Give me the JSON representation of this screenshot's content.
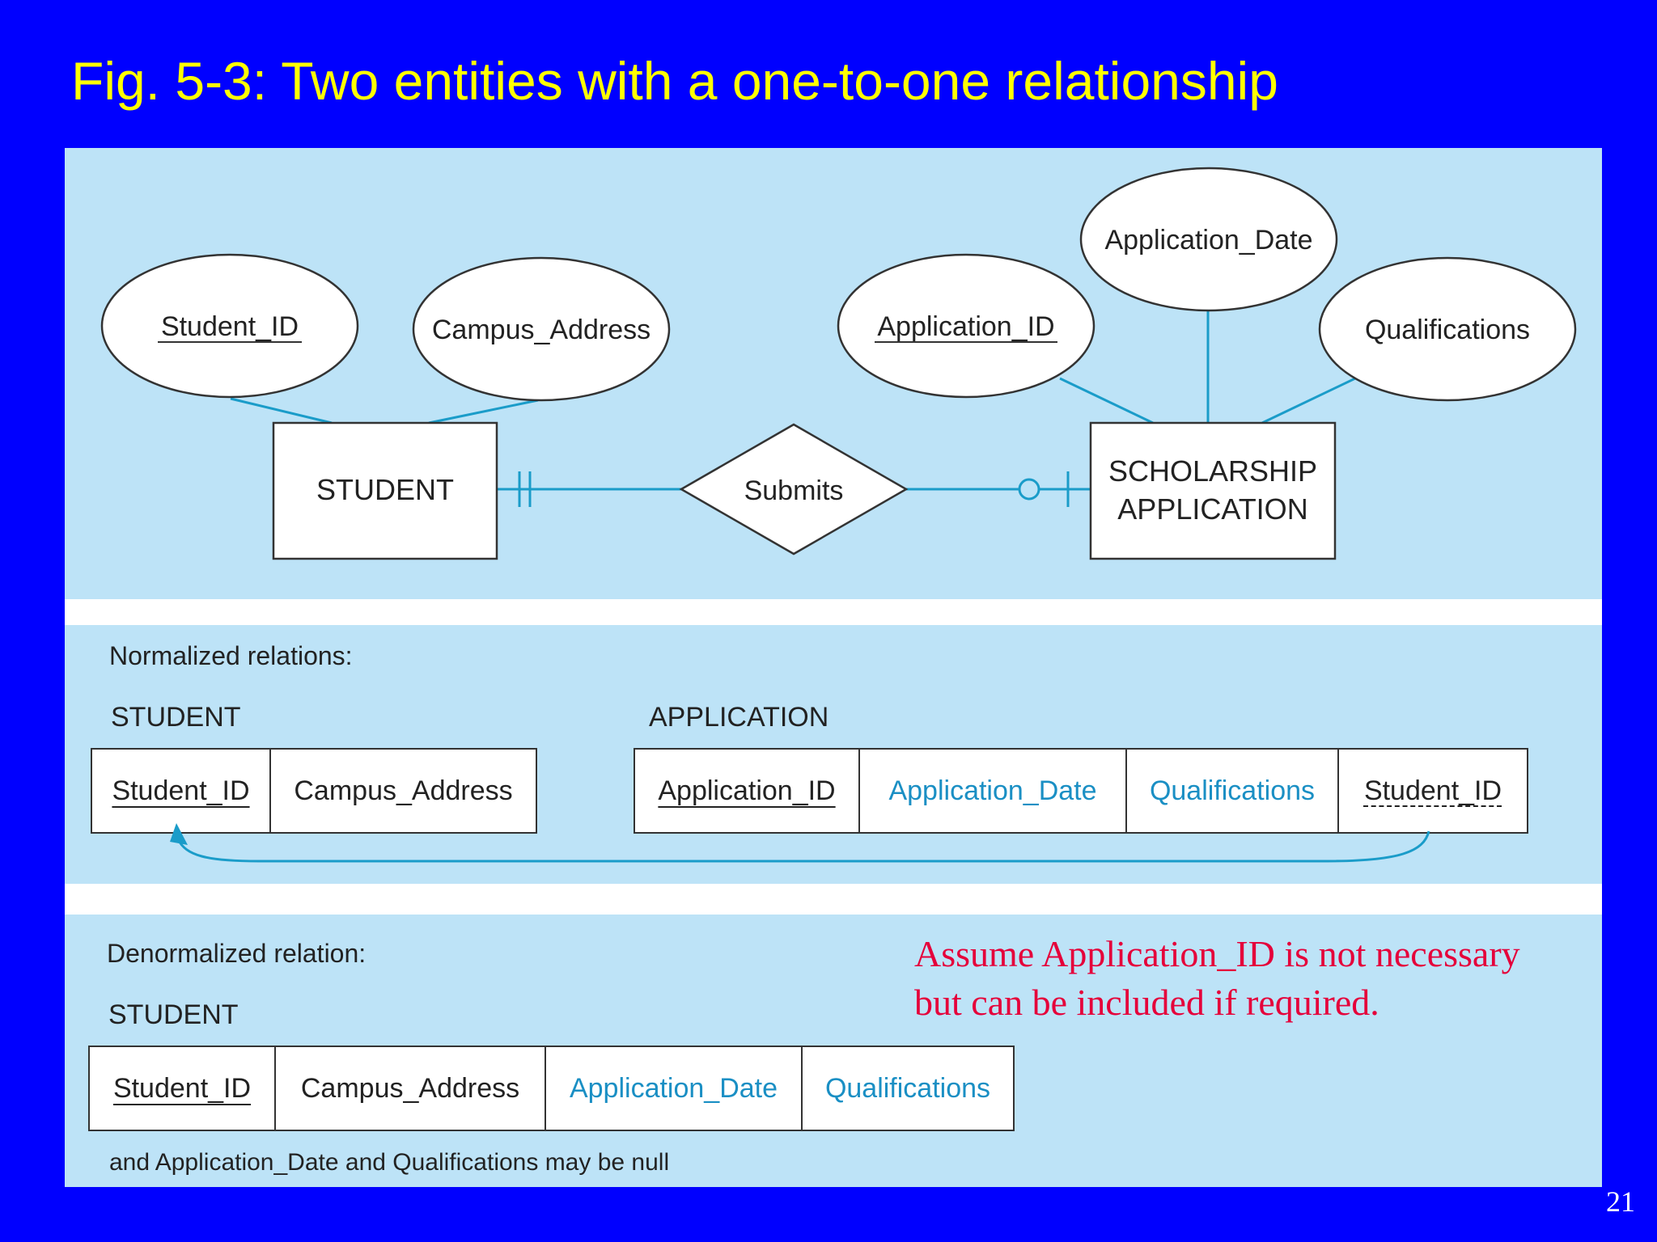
{
  "slide": {
    "title": "Fig. 5-3: Two entities with a one-to-one relationship",
    "page_number": "21",
    "note_line1": "Assume Application_ID is not necessary",
    "note_line2": "but can be included if required."
  },
  "er": {
    "student_entity": "STUDENT",
    "application_entity_line1": "SCHOLARSHIP",
    "application_entity_line2": "APPLICATION",
    "relationship": "Submits",
    "attr_student_id": "Student_ID",
    "attr_campus_address": "Campus_Address",
    "attr_application_id": "Application_ID",
    "attr_application_date": "Application_Date",
    "attr_qualifications": "Qualifications"
  },
  "normalized": {
    "heading": "Normalized relations:",
    "student": {
      "name": "STUDENT",
      "columns": [
        "Student_ID",
        "Campus_Address"
      ]
    },
    "application": {
      "name": "APPLICATION",
      "columns": [
        "Application_ID",
        "Application_Date",
        "Qualifications",
        "Student_ID"
      ]
    }
  },
  "denormalized": {
    "heading": "Denormalized relation:",
    "name": "STUDENT",
    "columns": [
      "Student_ID",
      "Campus_Address",
      "Application_Date",
      "Qualifications"
    ],
    "footnote": "and Application_Date and Qualifications may be null"
  },
  "colors": {
    "slide_background": "#0000ff",
    "title": "#ffff00",
    "panel": "#bde3f7",
    "connector": "#1a9cc9",
    "highlight_text": "#1a8fc4",
    "note": "#e5003a"
  }
}
